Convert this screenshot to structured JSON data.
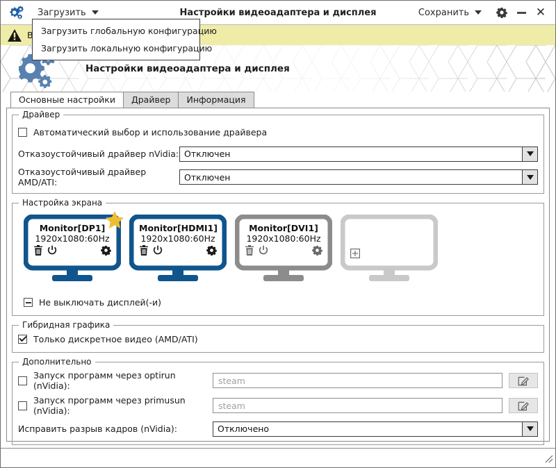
{
  "window": {
    "title": "Настройки видеоадаптера и дисплея",
    "app_icon": "gears-icon",
    "load_menu_label": "Загрузить",
    "save_menu_label": "Сохранить",
    "settings_icon": "gear-icon",
    "minimize_icon": "minimize-icon",
    "close_icon": "close-icon"
  },
  "dropdown": {
    "open": true,
    "items": [
      {
        "label": "Загрузить глобальную конфигурацию"
      },
      {
        "label": "Загрузить локальную конфигурацию"
      }
    ]
  },
  "warning": {
    "icon": "warning-triangle-icon",
    "text": "В",
    "background": "#efeca8"
  },
  "banner": {
    "title": "Настройки видеоадаптера и дисплея",
    "icon": "gears-icon"
  },
  "tabs": [
    {
      "label": "Основные настройки",
      "active": true
    },
    {
      "label": "Драйвер",
      "active": false
    },
    {
      "label": "Информация",
      "active": false
    }
  ],
  "driver_group": {
    "legend": "Драйвер",
    "auto_checkbox": {
      "label": "Автоматический выбор и использование драйвера",
      "checked": false
    },
    "nvidia": {
      "label": "Отказоустойчивый драйвер nVidia:",
      "value": "Отключен"
    },
    "amd": {
      "label": "Отказоустойчивый драйвер AMD/ATI:",
      "value": "Отключен"
    }
  },
  "screen_group": {
    "legend": "Настройка экрана",
    "monitors": [
      {
        "name": "Monitor[DP1]",
        "resolution": "1920x1080:60Hz",
        "color": "#10558d",
        "primary": true,
        "delete_icon": "trash-icon",
        "power_icon": "power-icon",
        "settings_icon": "gear-icon"
      },
      {
        "name": "Monitor[HDMI1]",
        "resolution": "1920x1080:60Hz",
        "color": "#10558d",
        "primary": false,
        "delete_icon": "trash-icon",
        "power_icon": "power-icon",
        "settings_icon": "gear-icon"
      },
      {
        "name": "Monitor[DVI1]",
        "resolution": "1920x1080:60Hz",
        "color": "#8c8c8c",
        "primary": false,
        "delete_icon": "trash-icon",
        "power_icon": "power-icon",
        "settings_icon": "gear-icon"
      }
    ],
    "add_monitor": {
      "icon": "plus-box-icon",
      "color": "#c9c9c9"
    },
    "keep_on_checkbox": {
      "label": "Не выключать дисплей(-и)",
      "state": "partial"
    }
  },
  "hybrid_group": {
    "legend": "Гибридная графика",
    "discrete_checkbox": {
      "label": "Только дискретное видео (AMD/ATI)",
      "checked": true
    }
  },
  "extra_group": {
    "legend": "Дополнительно",
    "optirun": {
      "label": "Запуск программ через optirun (nVidia):",
      "checked": false,
      "placeholder": "steam",
      "value": "",
      "edit_icon": "edit-pencil-icon"
    },
    "primusrun": {
      "label": "Запуск программ через primusun (nVidia):",
      "checked": false,
      "placeholder": "steam",
      "value": "",
      "edit_icon": "edit-pencil-icon"
    },
    "tearfree": {
      "label": "Исправить разрыв кадров (nVidia):",
      "value": "Отключено"
    }
  },
  "statusbar": {
    "resize_grip_icon": "resize-grip-icon"
  }
}
